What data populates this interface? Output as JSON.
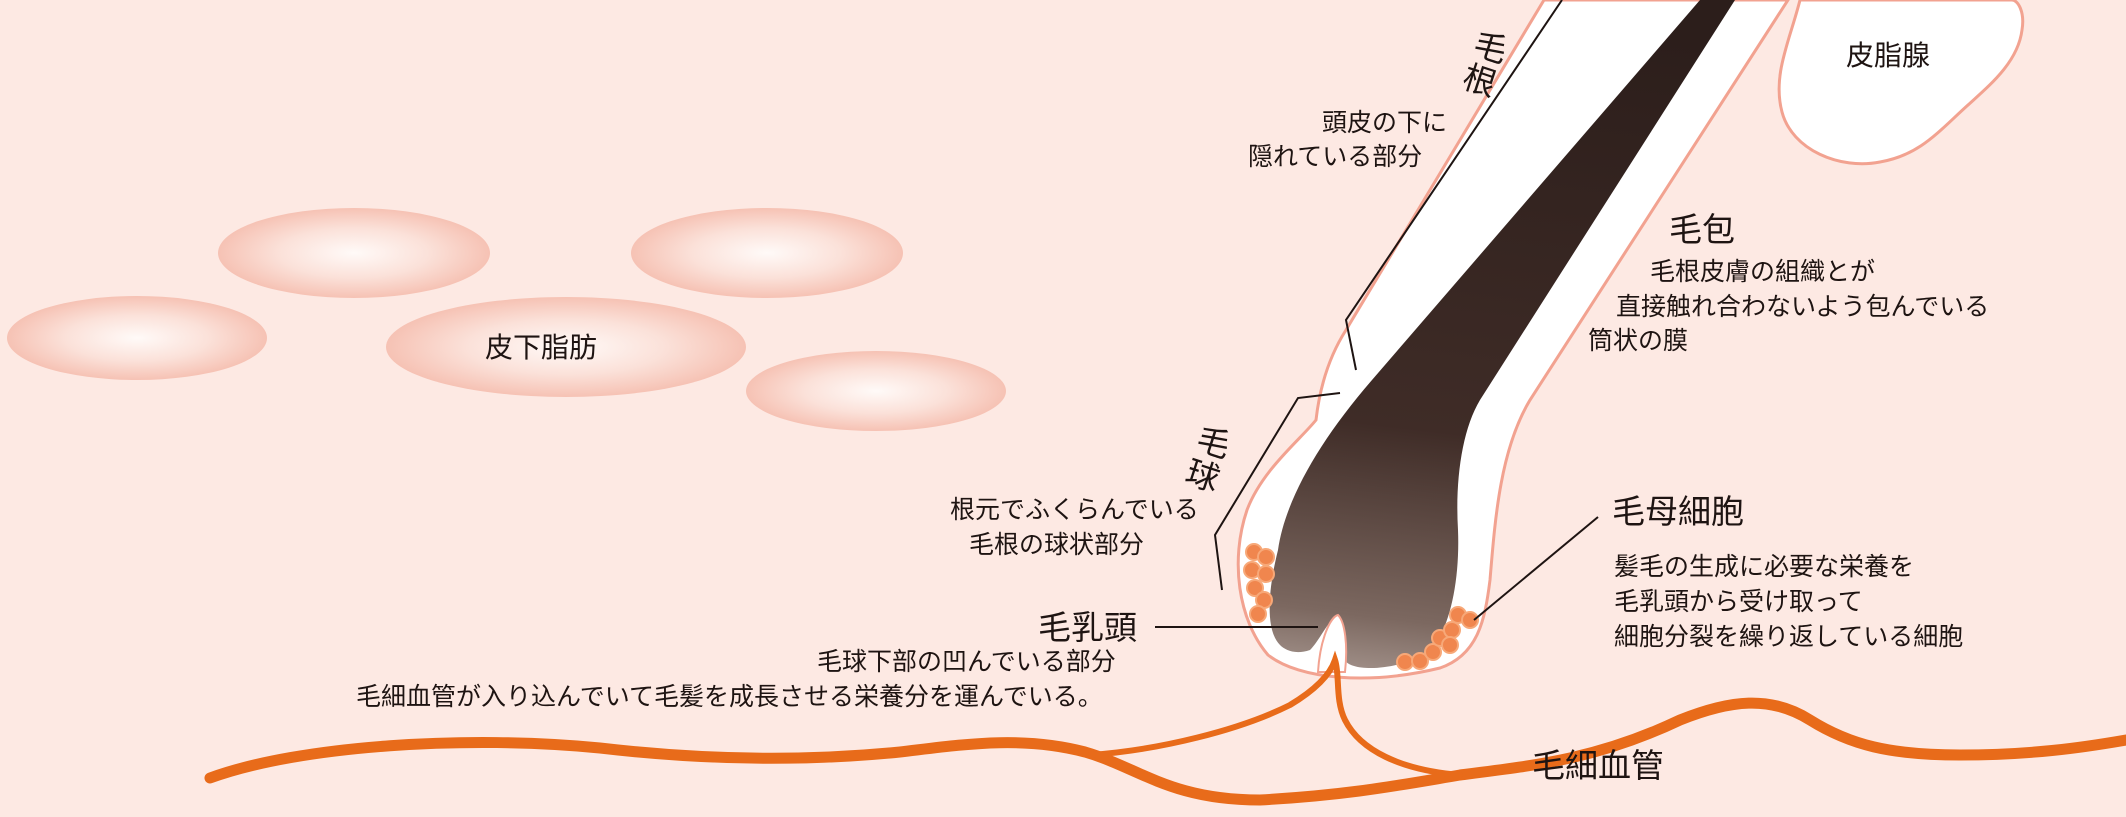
{
  "intro_text": "",
  "colors": {
    "background": "#fde9e3",
    "hair_shaft": "#3b2a26",
    "follicle_outline": "#f2a290",
    "capillary": "#e86b1a",
    "cells": "#f0864e",
    "fat_gradient": "#f6c2b4"
  },
  "labels": {
    "sebaceous_gland": "皮脂腺",
    "subcutaneous_fat": "皮下脂肪",
    "hair_root": {
      "title_chars": [
        "毛",
        "根"
      ],
      "desc": [
        "頭皮の下に",
        "隠れている部分"
      ]
    },
    "hair_follicle": {
      "title": "毛包",
      "desc": [
        "毛根皮膚の組織とが",
        "直接触れ合わないよう包んでいる",
        "筒状の膜"
      ]
    },
    "hair_bulb": {
      "title_chars": [
        "毛",
        "球"
      ],
      "desc": [
        "根元でふくらんでいる",
        "毛根の球状部分"
      ]
    },
    "matrix_cells": {
      "title": "毛母細胞",
      "desc": [
        "髪毛の生成に必要な栄養を",
        "毛乳頭から受け取って",
        "細胞分裂を繰り返している細胞"
      ]
    },
    "dermal_papilla": {
      "title": "毛乳頭",
      "desc": [
        "毛球下部の凹んでいる部分",
        "毛細血管が入り込んでいて毛髪を成長させる栄養分を運んでいる。"
      ]
    },
    "capillary": "毛細血管"
  }
}
